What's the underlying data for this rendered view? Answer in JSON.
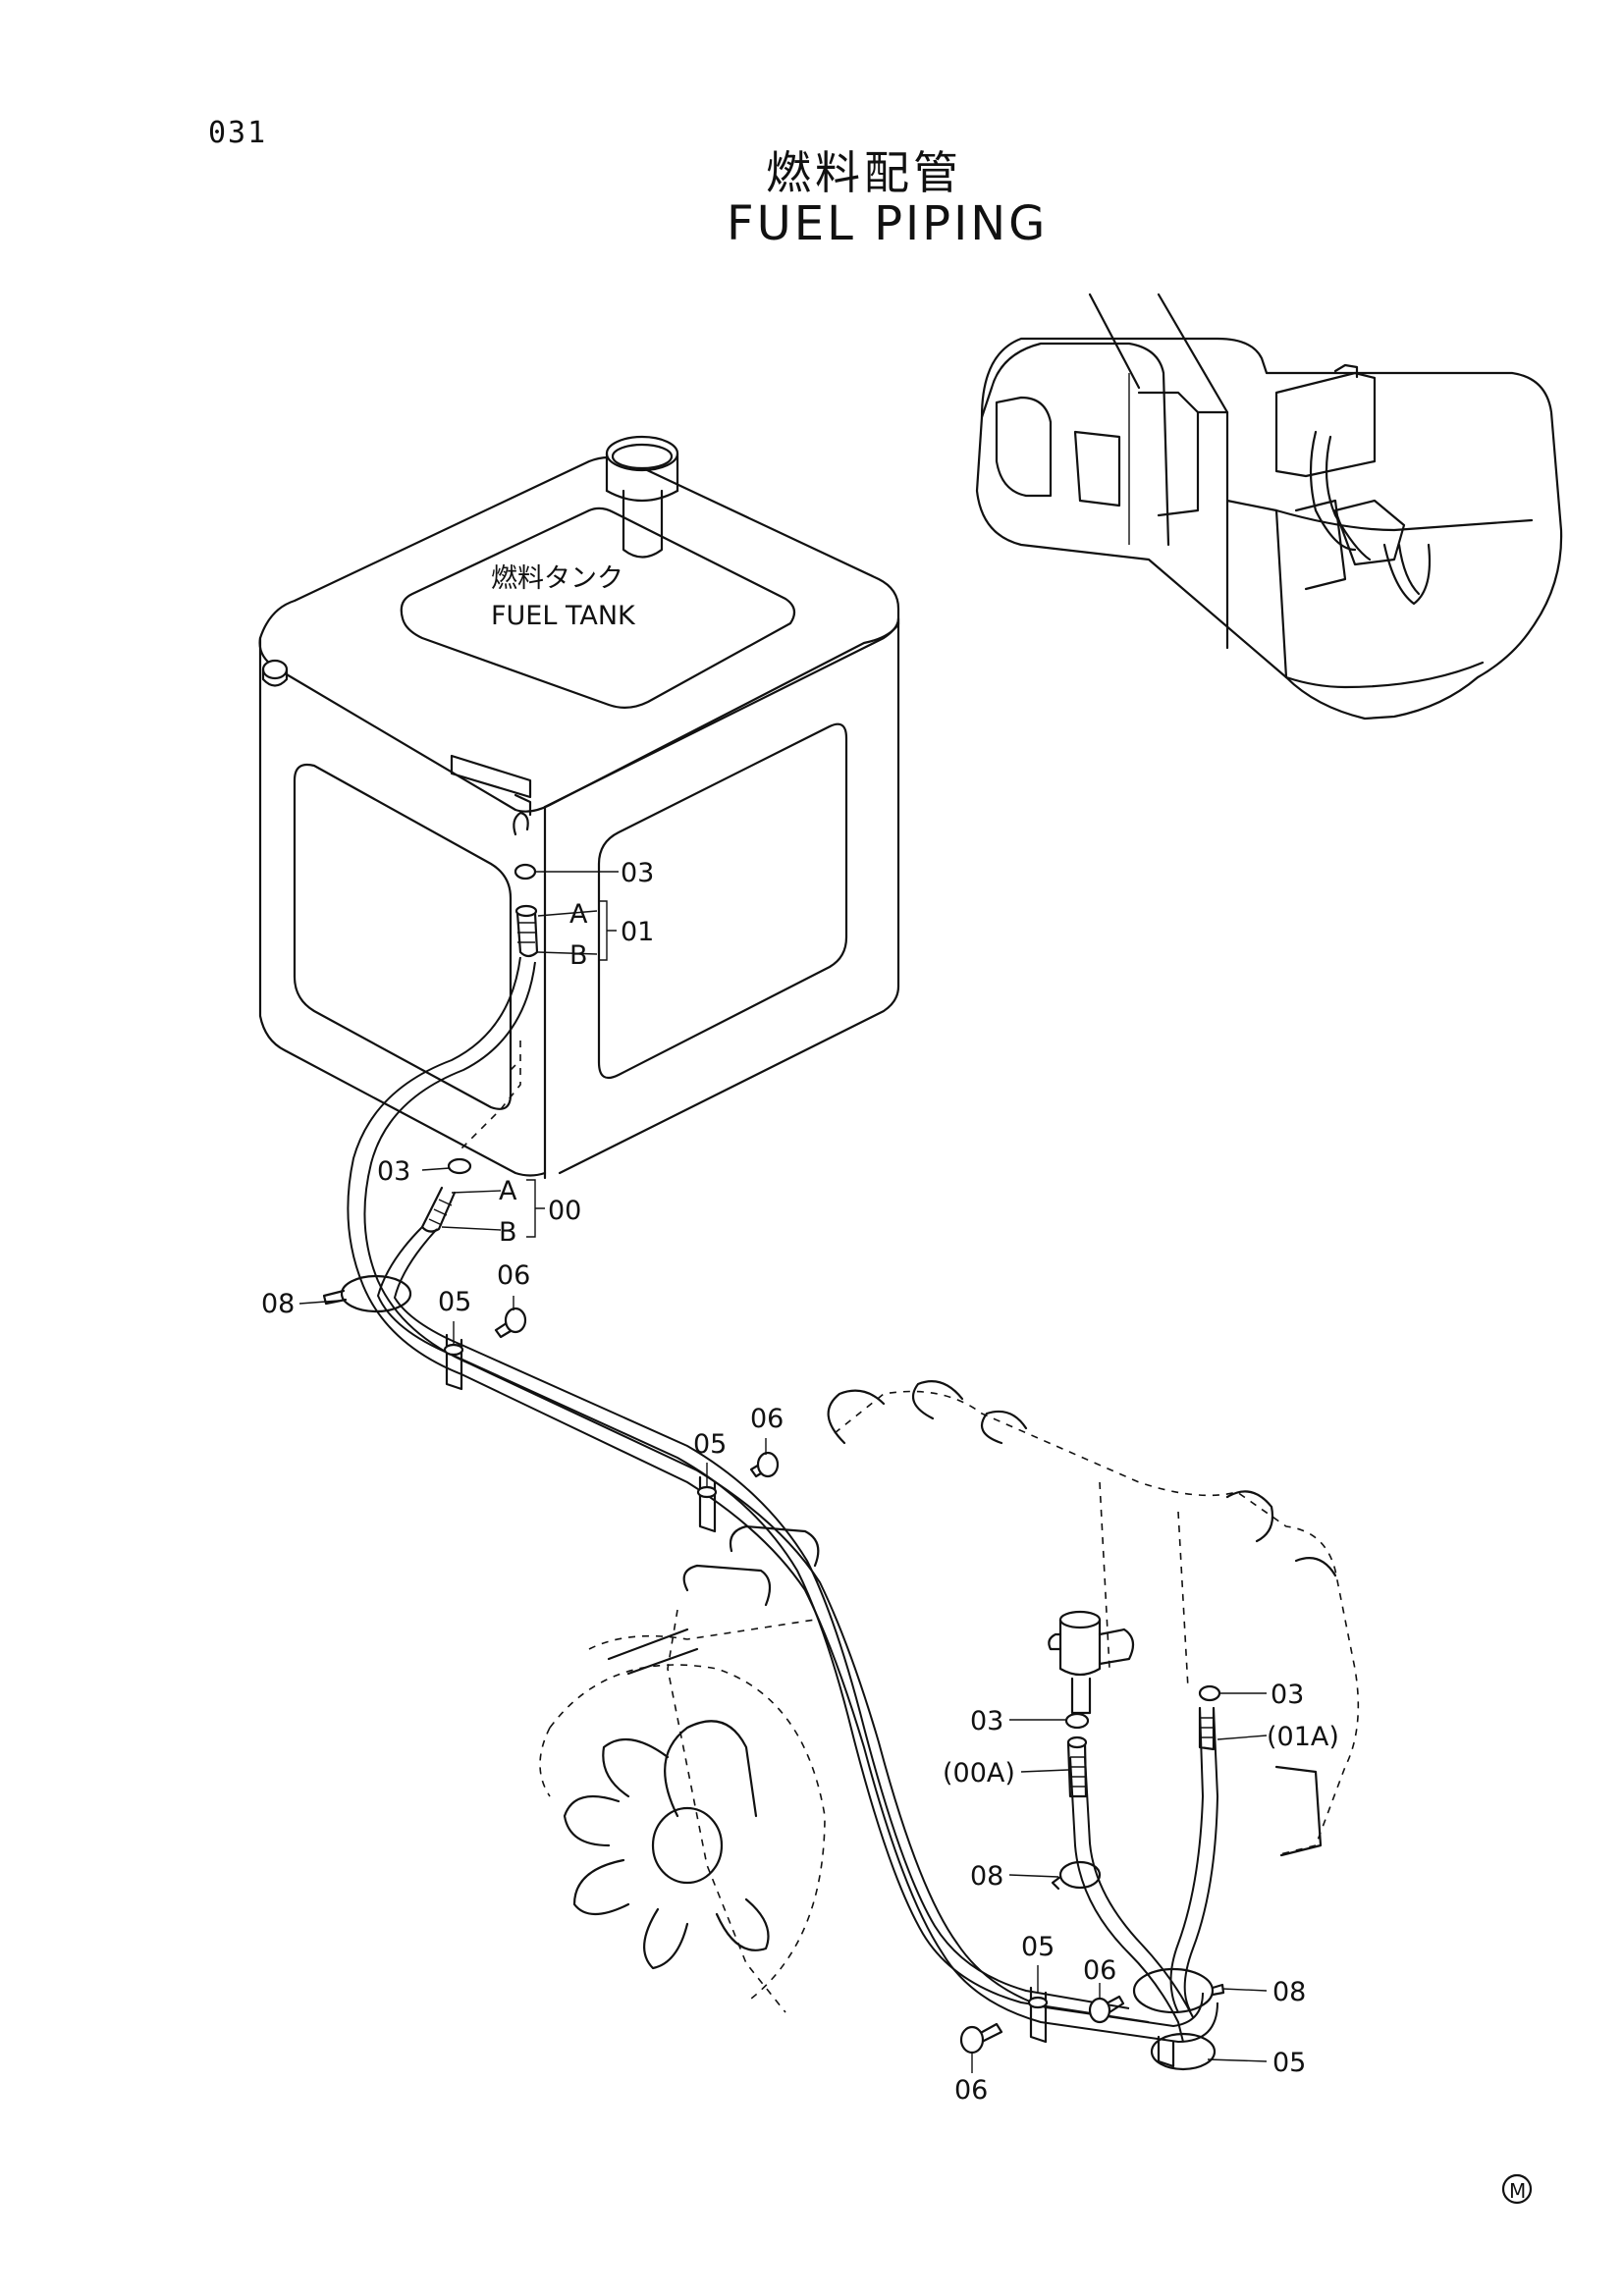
{
  "page": {
    "number": "031",
    "title_jp": "燃料配管",
    "title_en": "FUEL  PIPING",
    "mark": "M"
  },
  "fuel_tank": {
    "label_jp": "燃料タンク",
    "label_en": "FUEL  TANK"
  },
  "callouts": {
    "c03_top": "03",
    "c01_a": "A",
    "c01_b": "B",
    "c01": "01",
    "c03_mid": "03",
    "c00_a": "A",
    "c00_b": "B",
    "c00": "00",
    "c08_left": "08",
    "c05_left": "05",
    "c06_left": "06",
    "c06_mid": "06",
    "c05_mid": "05",
    "c03_right": "03",
    "c01a": "(01A)",
    "c03_pump": "03",
    "c00a": "(00A)",
    "c08_pump": "08",
    "c05_bottom": "05",
    "c06_bottom_mid": "06",
    "c08_right": "08",
    "c05_right": "05",
    "c06_bottom": "06"
  }
}
